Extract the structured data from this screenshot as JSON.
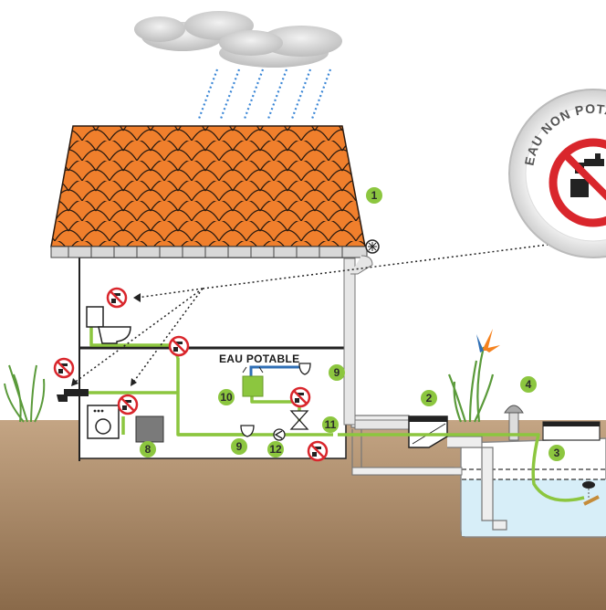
{
  "labels": {
    "potable": "EAU  POTABLE",
    "badge_arc": "EAU NON POTABLE"
  },
  "numbers": [
    "1",
    "2",
    "3",
    "4",
    "8",
    "9",
    "9",
    "10",
    "11",
    "12"
  ],
  "colors": {
    "pipe_green": "#8cc63f",
    "pipe_blue": "#2f6fb5",
    "roof": "#f07f2c",
    "ground": "#a98766",
    "tank_water": "#d7eef8",
    "no_sign_red": "#d9262c",
    "number_badge": "#8cc63f"
  },
  "icons": [
    "cloud-icon",
    "rain-icon",
    "no-drinking-water-icon",
    "faucet-icon",
    "toilet-icon",
    "washing-machine-icon",
    "pump-icon",
    "valve-icon",
    "plant-icon"
  ]
}
